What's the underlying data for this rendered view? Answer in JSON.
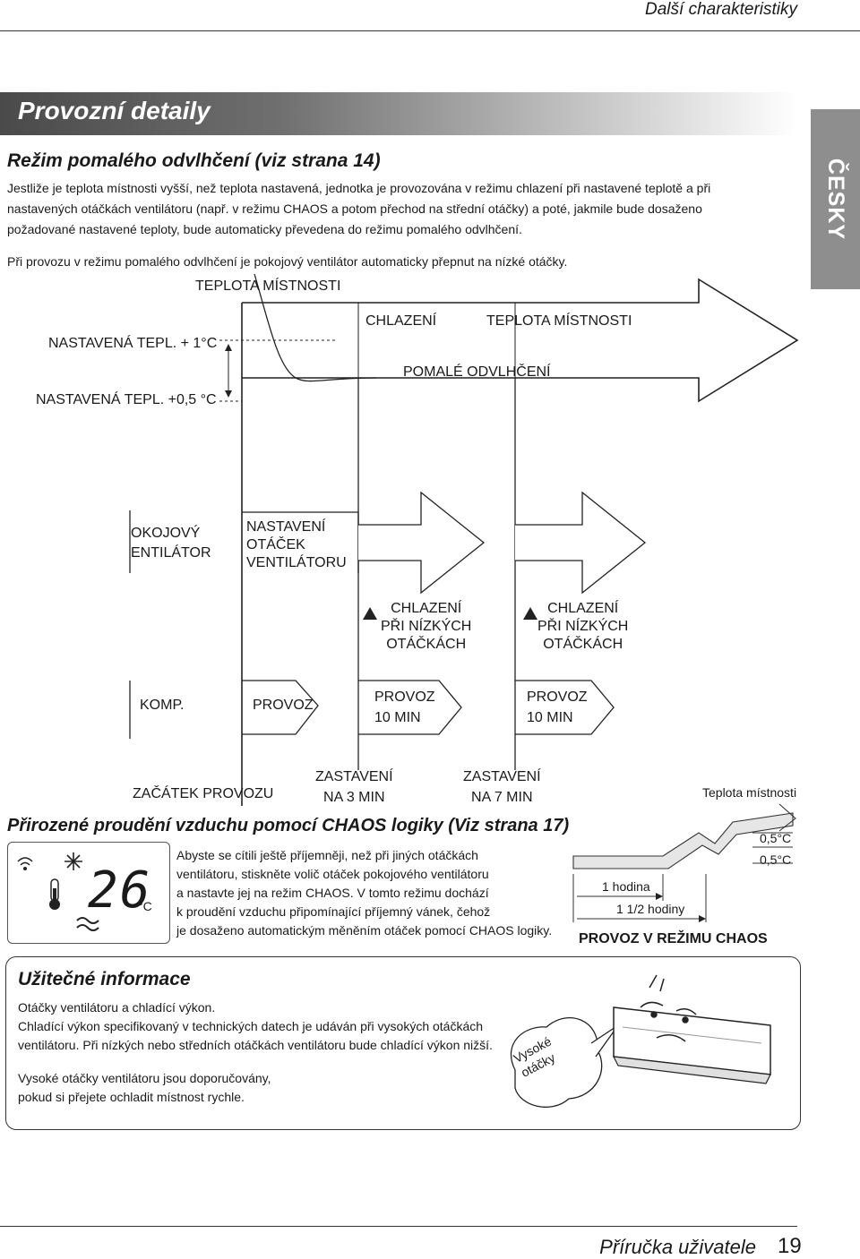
{
  "header": {
    "title": "Další charakteristiky"
  },
  "section": {
    "title": "Provozní detaily"
  },
  "side_tab": {
    "label": "ČESKY"
  },
  "slow_dehum": {
    "heading": "Režim pomalého odvlhčení (viz strana 14)",
    "line1": "Jestliže je teplota místnosti vyšší, než teplota nastavená, jednotka je provozována v režimu chlazení při nastavené teplotě a při",
    "line2": "nastavených otáčkách ventilátoru (např. v režimu CHAOS a potom přechod na střední otáčky) a poté, jakmile bude dosaženo",
    "line3": "požadované nastavené teploty, bude automaticky převedena do režimu pomalého odvlhčení.",
    "line4": "Při provozu v režimu pomalého odvlhčení je pokojový ventilátor automaticky přepnut na nízké otáčky."
  },
  "diagram": {
    "room_temp_axis": "TEPLOTA MÍSTNOSTI",
    "set_plus_1": "NASTAVENÁ TEPL. + 1°C",
    "set_plus_05": "NASTAVENÁ TEPL. +0,5 °C",
    "cooling": "CHLAZENÍ",
    "room_temp": "TEPLOTA MÍSTNOSTI",
    "slow_dehum": "POMALÉ ODVLHČENÍ",
    "indoor_fan_1": "OKOJOVÝ",
    "indoor_fan_2": "ENTILÁTOR",
    "fan_setting_1": "NASTAVENÍ",
    "fan_setting_2": "OTÁČEK",
    "fan_setting_3": "VENTILÁTORU",
    "low_cool_1": "CHLAZENÍ",
    "low_cool_2": "PŘI NÍZKÝCH",
    "low_cool_3": "OTÁČKÁCH",
    "compressor": "KOMP.",
    "on": "PROVOZ",
    "on_10min_1": "PROVOZ",
    "on_10min_2": "10 MIN",
    "start": "ZAČÁTEK PROVOZU",
    "stop3_1": "ZASTAVENÍ",
    "stop3_2": "NA 3 MIN",
    "stop7_1": "ZASTAVENÍ",
    "stop7_2": "NA 7 MIN"
  },
  "chaos": {
    "heading": "Přirozené proudění vzduchu pomocí CHAOS logiky (Viz strana 17)",
    "line1": "Abyste se cítili ještě příjemněji, než při jiných otáčkách",
    "line2": "ventilátoru, stiskněte volič otáček pokojového ventilátoru",
    "line3": "a nastavte jej na režim CHAOS. V tomto režimu dochází",
    "line4": "k proudění vzduchu připomínající příjemný vánek, čehož",
    "line5": "je dosaženo automatickým měněním otáček pomocí CHAOS logiky.",
    "display_value": "26",
    "display_unit": "°C",
    "graph_title": "Teplota místnosti",
    "delta1": "0,5°C",
    "delta2": "0,5°C",
    "hour1": "1 hodina",
    "hour15": "1 1/2 hodiny",
    "graph_caption": "PROVOZ V REŽIMU CHAOS"
  },
  "info": {
    "heading": "Užitečné informace",
    "line1": "Otáčky ventilátoru a chladící výkon.",
    "line2": "Chladící výkon specifikovaný v technických datech je udáván při vysokých otáčkách",
    "line3": "ventilátoru. Při nízkých nebo středních otáčkách ventilátoru bude chladící výkon nižší.",
    "line4": "Vysoké otáčky ventilátoru jsou doporučovány,",
    "line5": "pokud si přejete ochladit místnost rychle.",
    "bubble1": "Vysoké",
    "bubble2": "otáčky"
  },
  "footer": {
    "title": "Příručka uživatele",
    "page": "19"
  }
}
